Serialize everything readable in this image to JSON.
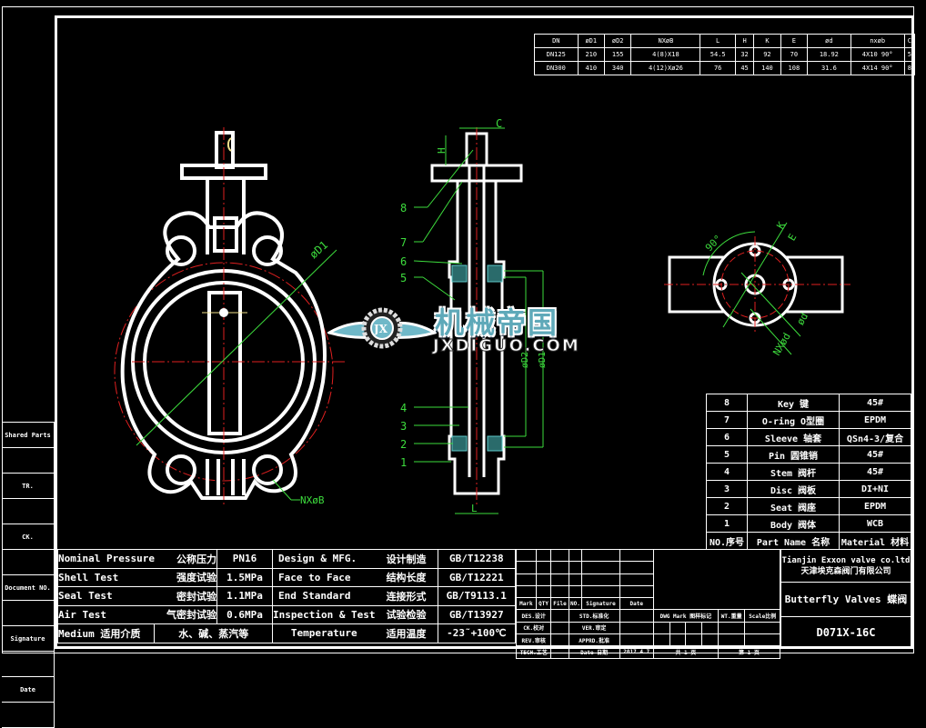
{
  "dimension_table": {
    "headers": [
      "DN",
      "øD1",
      "øD2",
      "NXøB",
      "L",
      "H",
      "K",
      "E",
      "ød",
      "nxøb",
      "C"
    ],
    "rows": [
      [
        "DN125",
        "210",
        "155",
        "4(8)X18",
        "54.5",
        "32",
        "92",
        "70",
        "18.92",
        "4X10 90°",
        "5"
      ],
      [
        "DN300",
        "410",
        "340",
        "4(12)Xø26",
        "76",
        "45",
        "140",
        "108",
        "31.6",
        "4X14 90°",
        "8"
      ]
    ]
  },
  "parts_table": {
    "rows": [
      {
        "no": "8",
        "name": "Key 键",
        "material": "45#"
      },
      {
        "no": "7",
        "name": "O-ring O型圈",
        "material": "EPDM"
      },
      {
        "no": "6",
        "name": "Sleeve 轴套",
        "material": "QSn4-3/复合"
      },
      {
        "no": "5",
        "name": "Pin 圆锥销",
        "material": "45#"
      },
      {
        "no": "4",
        "name": "Stem 阀杆",
        "material": "45#"
      },
      {
        "no": "3",
        "name": "Disc 阀板",
        "material": "DI+NI"
      },
      {
        "no": "2",
        "name": "Seat 阀座",
        "material": "EPDM"
      },
      {
        "no": "1",
        "name": "Body 阀体",
        "material": "WCB"
      }
    ],
    "header": {
      "no": "NO.序号",
      "name": "Part Name 名称",
      "material": "Material 材料"
    }
  },
  "spec_table": {
    "left": [
      {
        "label_en": "Nominal Pressure",
        "label_cn": "公称压力",
        "value": "PN16"
      },
      {
        "label_en": "Shell Test",
        "label_cn": "强度试验",
        "value": "1.5MPa"
      },
      {
        "label_en": "Seal Test",
        "label_cn": "密封试验",
        "value": "1.1MPa"
      },
      {
        "label_en": "Air Test",
        "label_cn": "气密封试验",
        "value": "0.6MPa"
      }
    ],
    "medium": {
      "label": "Medium 适用介质",
      "value": "水、碱、蒸汽等"
    },
    "right": [
      {
        "label_en": "Design & MFG.",
        "label_cn": "设计制造",
        "value": "GB/T12238"
      },
      {
        "label_en": "Face to Face",
        "label_cn": "结构长度",
        "value": "GB/T12221"
      },
      {
        "label_en": "End Standard",
        "label_cn": "连接形式",
        "value": "GB/T9113.1"
      },
      {
        "label_en": "Inspection & Test",
        "label_cn": "试验检验",
        "value": "GB/T13927"
      }
    ],
    "temperature": {
      "label_en": "Temperature",
      "label_cn": "适用温度",
      "value": "-23˜+100℃"
    }
  },
  "side_table": {
    "labels": [
      "Shared Parts",
      "",
      "TR.",
      "",
      "CK.",
      "",
      "Document NO.",
      "",
      "Signature",
      "",
      "Date",
      ""
    ]
  },
  "title_block": {
    "company_en": "Tianjin Exxon valve co.ltd",
    "company_cn": "天津埃克森阀门有限公司",
    "product": "Butterfly Valves 蝶阀",
    "model": "D071X-16C",
    "rev_header": [
      "Mark",
      "QTY",
      "File",
      "NO.",
      "Signature",
      "Date"
    ],
    "approvals": [
      {
        "role": "DES.设计",
        "role2": "STD.标准化"
      },
      {
        "role": "CK.校对",
        "role2": "VER.审定"
      },
      {
        "role": "REV.审核",
        "role2": "APPRD.批准"
      },
      {
        "role": "TECH.工艺",
        "role2": "Date 日期",
        "date": "2017.4.7"
      }
    ],
    "dwg_mark": "DWG Mark 图样标记",
    "weight": "WT.重量",
    "scale": "Scale比例",
    "total_pages": "共 1 页",
    "page": "第 1 页"
  },
  "drawing_labels": {
    "front": {
      "d1": "øD1",
      "nxb": "NXøB"
    },
    "section": {
      "c": "C",
      "h": "H",
      "l": "L",
      "d2": "øD2",
      "d1": "øD1",
      "items": [
        "8",
        "7",
        "6",
        "5",
        "4",
        "3",
        "2",
        "1"
      ]
    },
    "top": {
      "angle": "90°",
      "k": "K",
      "e": "E",
      "d": "ød",
      "nxd": "NXød"
    }
  },
  "watermark": {
    "cn": "机械帝国",
    "en": "JXDIGUO.COM",
    "badge": "JX"
  },
  "colors": {
    "line": "#ffffff",
    "center": "#e02020",
    "dim": "#3ddc3d",
    "hatch": "#5fc9c9",
    "logo": "#5fa9b9"
  }
}
